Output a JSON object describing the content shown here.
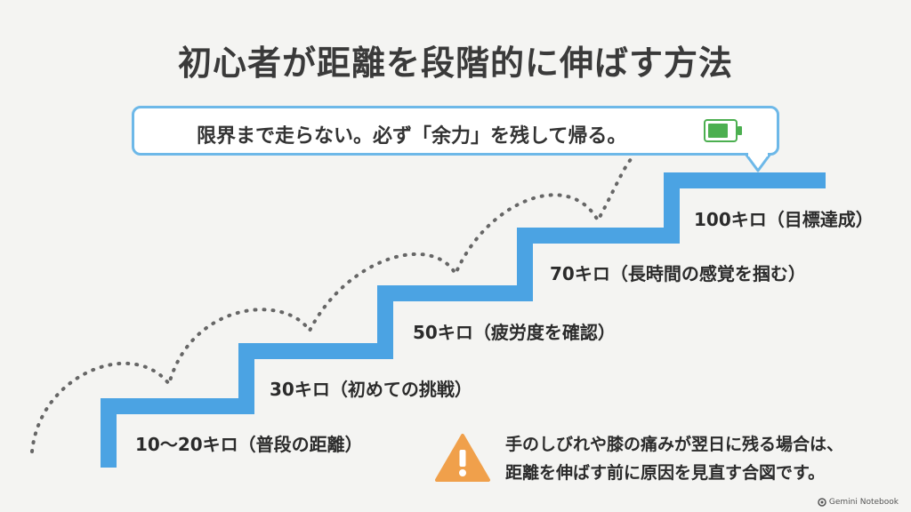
{
  "title": "初心者が距離を段階的に伸ばす方法",
  "callout": {
    "text": "限界まで走らない。必ず「余力」を残して帰る。",
    "icon": "battery-icon",
    "battery_level": 0.75,
    "colors": {
      "border": "#6db8e8",
      "battery": "#4caf50"
    }
  },
  "steps": [
    {
      "label": "10〜20キロ（普段の距離）"
    },
    {
      "label": "30キロ（初めての挑戦）"
    },
    {
      "label": "50キロ（疲労度を確認）"
    },
    {
      "label": "70キロ（長時間の感覚を掴む）"
    },
    {
      "label": "100キロ（目標達成）"
    }
  ],
  "warning": {
    "icon": "warning-icon",
    "line1": "手のしびれや膝の痛みが翌日に残る場合は、",
    "line2": "距離を伸ばす前に原因を見直す合図です。",
    "color": "#f0a04b"
  },
  "footer": {
    "text": "Gemini Notebook",
    "icon": "notebook-icon"
  },
  "colors": {
    "stairs": "#4ba3e3",
    "path": "#666666"
  }
}
